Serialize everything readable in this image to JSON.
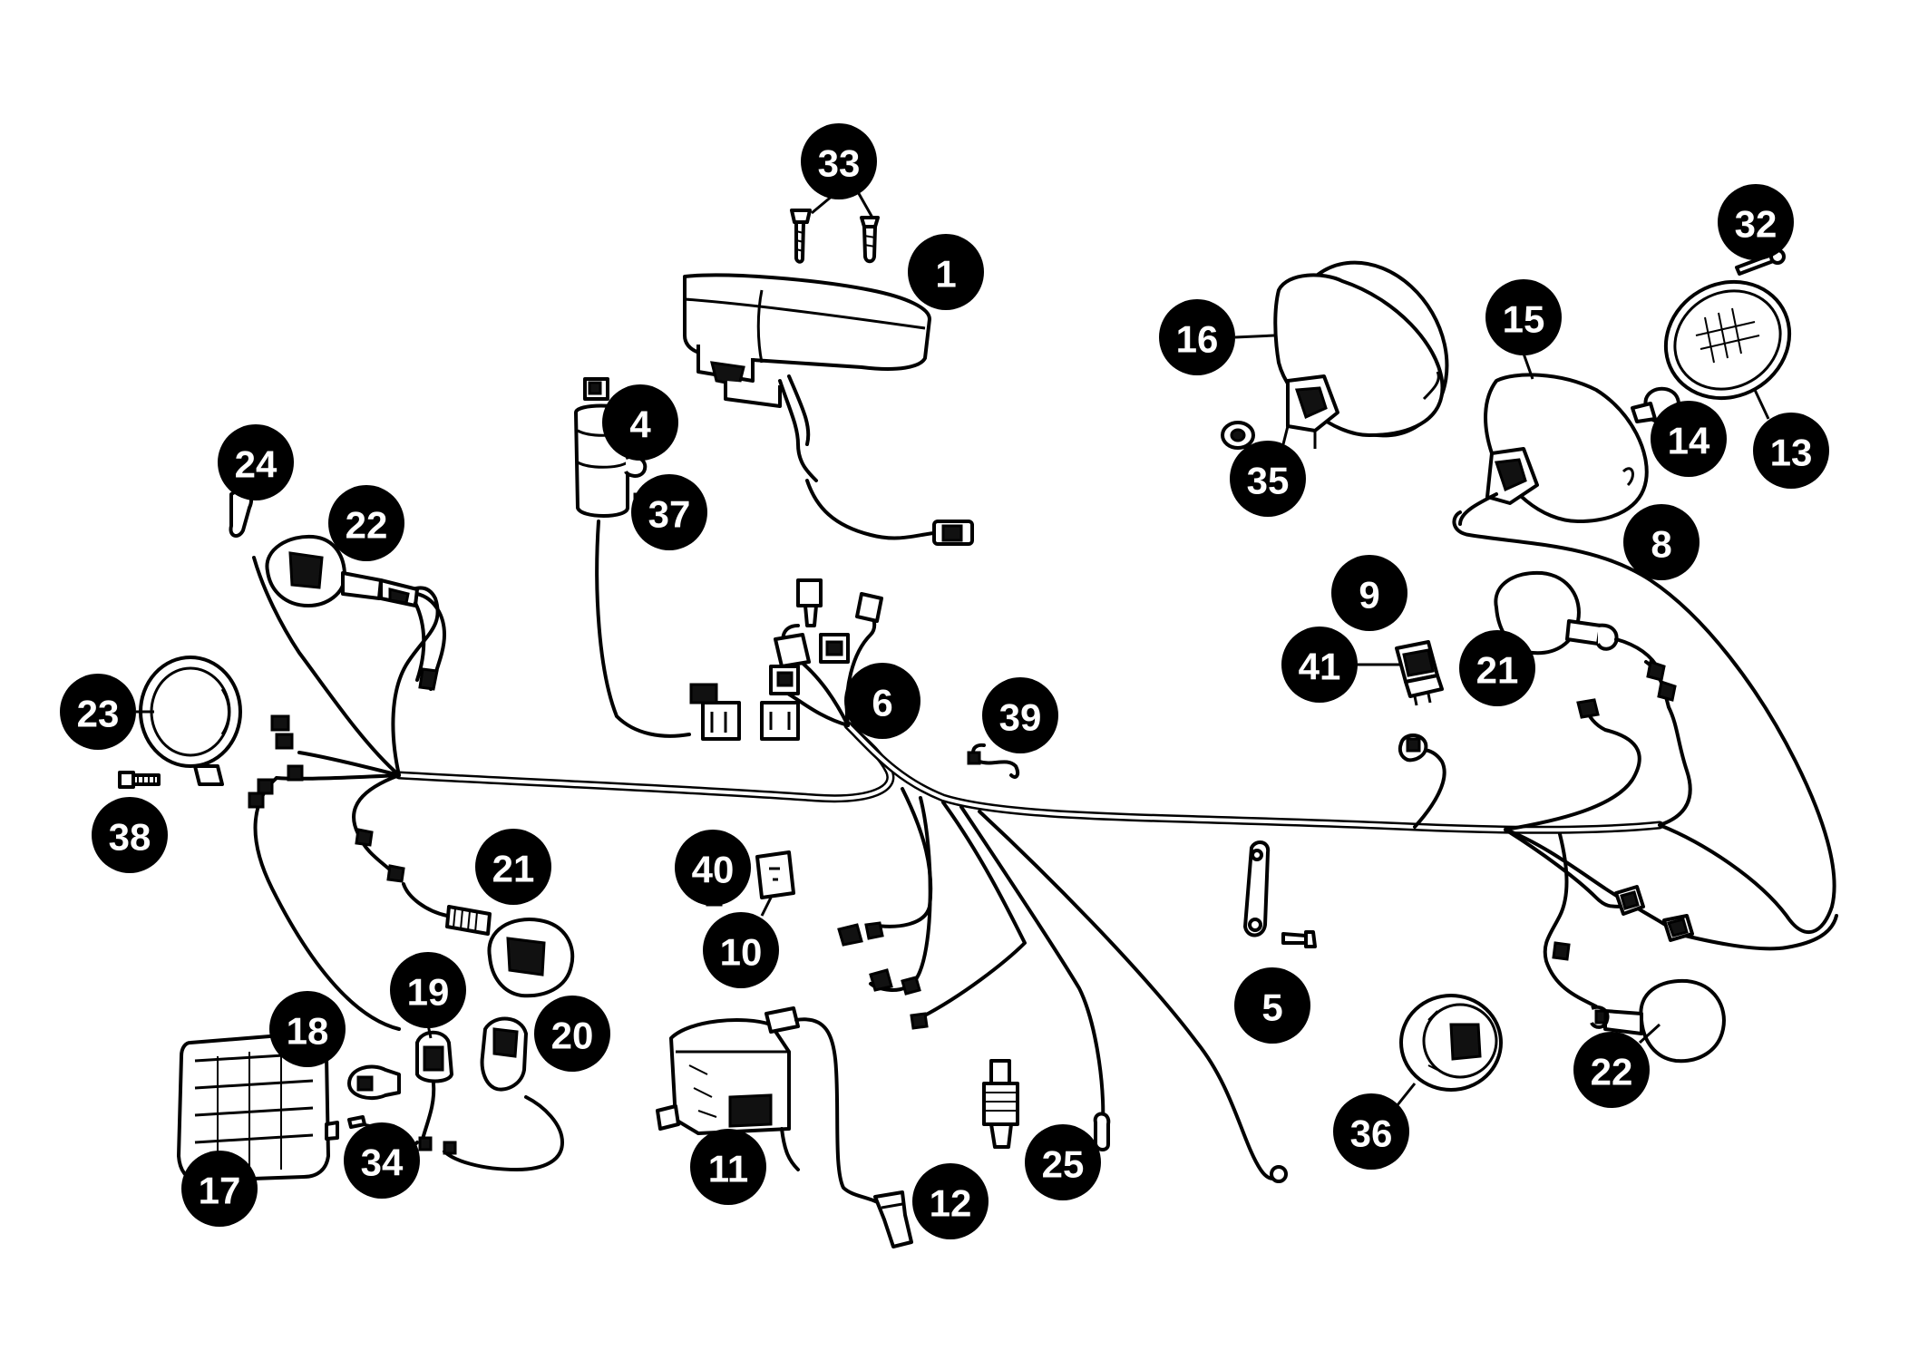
{
  "callouts": [
    {
      "id": "c33",
      "label": "33"
    },
    {
      "id": "c1",
      "label": "1"
    },
    {
      "id": "c32",
      "label": "32"
    },
    {
      "id": "c16",
      "label": "16"
    },
    {
      "id": "c15",
      "label": "15"
    },
    {
      "id": "c4",
      "label": "4"
    },
    {
      "id": "c14",
      "label": "14"
    },
    {
      "id": "c13",
      "label": "13"
    },
    {
      "id": "c35",
      "label": "35"
    },
    {
      "id": "c24",
      "label": "24"
    },
    {
      "id": "c37",
      "label": "37"
    },
    {
      "id": "c22a",
      "label": "22"
    },
    {
      "id": "c8",
      "label": "8"
    },
    {
      "id": "c9",
      "label": "9"
    },
    {
      "id": "c41",
      "label": "41"
    },
    {
      "id": "c21a",
      "label": "21"
    },
    {
      "id": "c6",
      "label": "6"
    },
    {
      "id": "c23",
      "label": "23"
    },
    {
      "id": "c39",
      "label": "39"
    },
    {
      "id": "c38",
      "label": "38"
    },
    {
      "id": "c21b",
      "label": "21"
    },
    {
      "id": "c40",
      "label": "40"
    },
    {
      "id": "c10",
      "label": "10"
    },
    {
      "id": "c19",
      "label": "19"
    },
    {
      "id": "c5",
      "label": "5"
    },
    {
      "id": "c18",
      "label": "18"
    },
    {
      "id": "c20",
      "label": "20"
    },
    {
      "id": "c22b",
      "label": "22"
    },
    {
      "id": "c36",
      "label": "36"
    },
    {
      "id": "c11",
      "label": "11"
    },
    {
      "id": "c25",
      "label": "25"
    },
    {
      "id": "c34",
      "label": "34"
    },
    {
      "id": "c17",
      "label": "17"
    },
    {
      "id": "c12",
      "label": "12"
    }
  ],
  "colors": {
    "ink": "#000000",
    "paper": "#ffffff"
  }
}
